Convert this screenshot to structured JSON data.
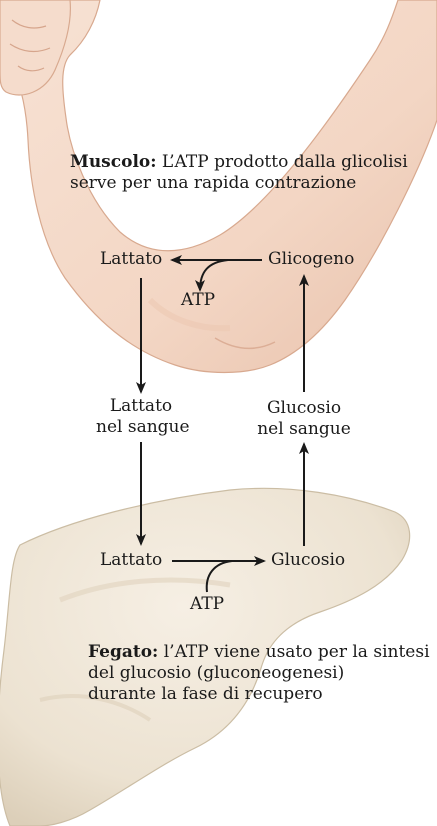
{
  "muscle_caption": {
    "bold": "Muscolo:",
    "line1": " L’ATP prodotto dalla glicolisi",
    "line2": "serve per una rapida contrazione"
  },
  "liver_caption": {
    "bold": "Fegato:",
    "line1": " l’ATP viene usato per la sintesi",
    "line2": "del glucosio (gluconeogenesi)",
    "line3": "durante la fase di recupero"
  },
  "nodes": {
    "muscle_lactate": "Lattato",
    "glycogen": "Glicogeno",
    "muscle_atp": "ATP",
    "blood_lactate_1": "Lattato",
    "blood_lactate_2": "nel sangue",
    "blood_glucose_1": "Glucosio",
    "blood_glucose_2": "nel sangue",
    "liver_lactate": "Lattato",
    "liver_glucose": "Glucosio",
    "liver_atp": "ATP"
  },
  "colors": {
    "skin": "#f4d9c8",
    "skin_shadow": "#e3b9a1",
    "liver": "#eee5d6",
    "liver_shadow": "#d9ccb6",
    "arrow": "#1a1a1a"
  }
}
